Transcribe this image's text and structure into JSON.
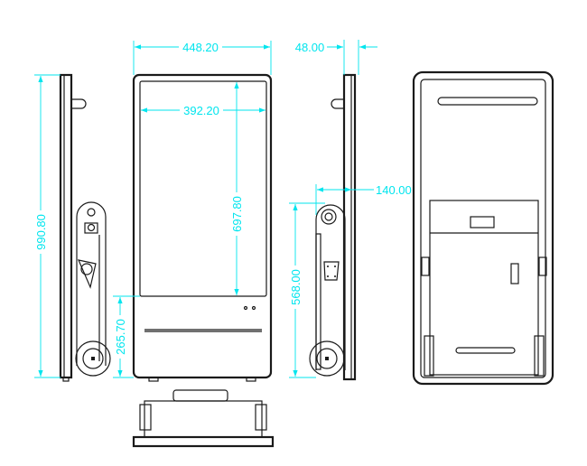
{
  "drawing": {
    "title": "Mobile floor-standing display - orthographic views",
    "dimensions": {
      "overall_width": "448.20",
      "screen_width": "392.20",
      "depth": "48.00",
      "overall_height": "990.80",
      "screen_height": "697.80",
      "screen_bottom_height": "265.70",
      "carrier_depth": "140.00",
      "carrier_height": "568.00"
    },
    "colors": {
      "line": "#1a1a1a",
      "dimension": "#00e5ee",
      "background": "#ffffff"
    }
  }
}
